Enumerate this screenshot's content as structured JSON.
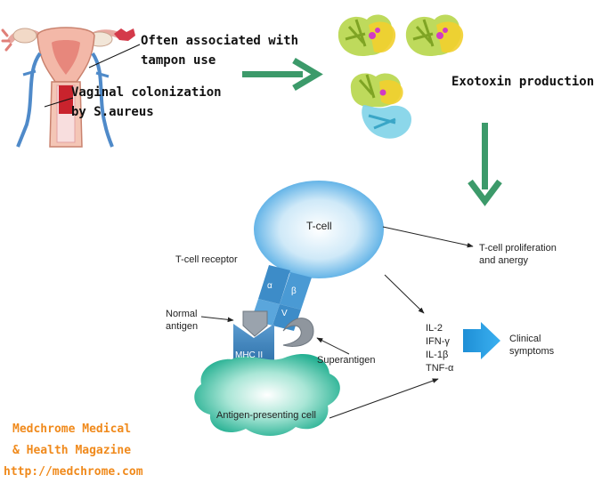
{
  "annotations": {
    "tampon_line1": "Often associated with",
    "tampon_line2": "tampon use",
    "colonization_line1": "Vaginal colonization",
    "colonization_line2": "by S.aureus",
    "exotoxin": "Exotoxin production"
  },
  "mechanism": {
    "t_cell": "T-cell",
    "t_cell_receptor": "T-cell receptor",
    "alpha": "α",
    "beta": "β",
    "v": "V",
    "normal_antigen_line1": "Normal",
    "normal_antigen_line2": "antigen",
    "mhc": "MHC II",
    "superantigen": "Superantigen",
    "apc": "Antigen-presenting cell",
    "proliferation_line1": "T-cell proliferation",
    "proliferation_line2": "and anergy",
    "cytokines": [
      "IL-2",
      "IFN-γ",
      "IL-1β",
      "TNF-α"
    ],
    "symptoms_line1": "Clinical",
    "symptoms_line2": "symptoms"
  },
  "watermark": {
    "line1": "Medchrome Medical",
    "line2": "& Health Magazine",
    "line3": "http://medchrome.com"
  },
  "colors": {
    "green_arrow": "#3c9a6a",
    "tcell_blue": "#5fb4e8",
    "receptor_blue": "#3d8cc8",
    "apc_teal": "#2fb69c",
    "symptom_arrow": "#1e8fd6",
    "watermark_orange": "#f08a1c"
  }
}
